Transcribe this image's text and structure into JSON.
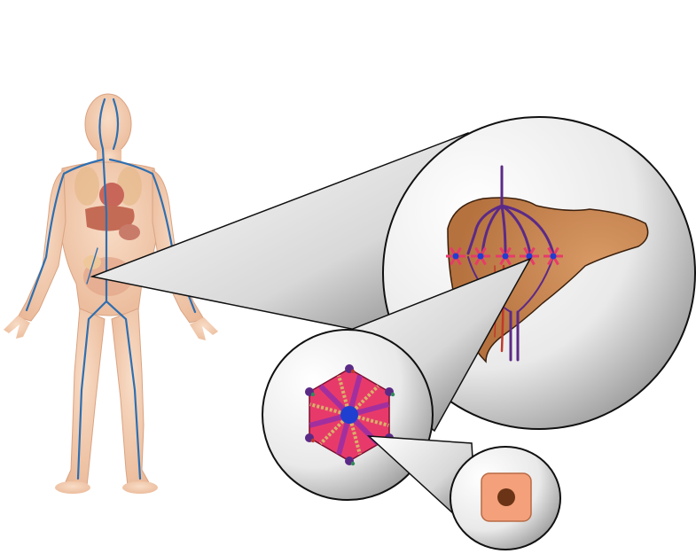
{
  "figure": {
    "kind": "anatomical zoom diagram",
    "levels": [
      "body",
      "liver",
      "lobule",
      "hepatocyte"
    ]
  },
  "colors": {
    "skin": "#f3c9a8",
    "vein": "#2f6fb0",
    "liver": "#b5723f",
    "liver_highlight": "#d99a66",
    "portal_vessel": "#5b2a86",
    "artery": "#c0392b",
    "lobule_pink": "#e83a6a",
    "lobule_purple": "#a32f9e",
    "central_vein": "#1f3fd1",
    "cell": "#f4a07a",
    "nucleus": "#6b3416",
    "outline": "#111111"
  }
}
